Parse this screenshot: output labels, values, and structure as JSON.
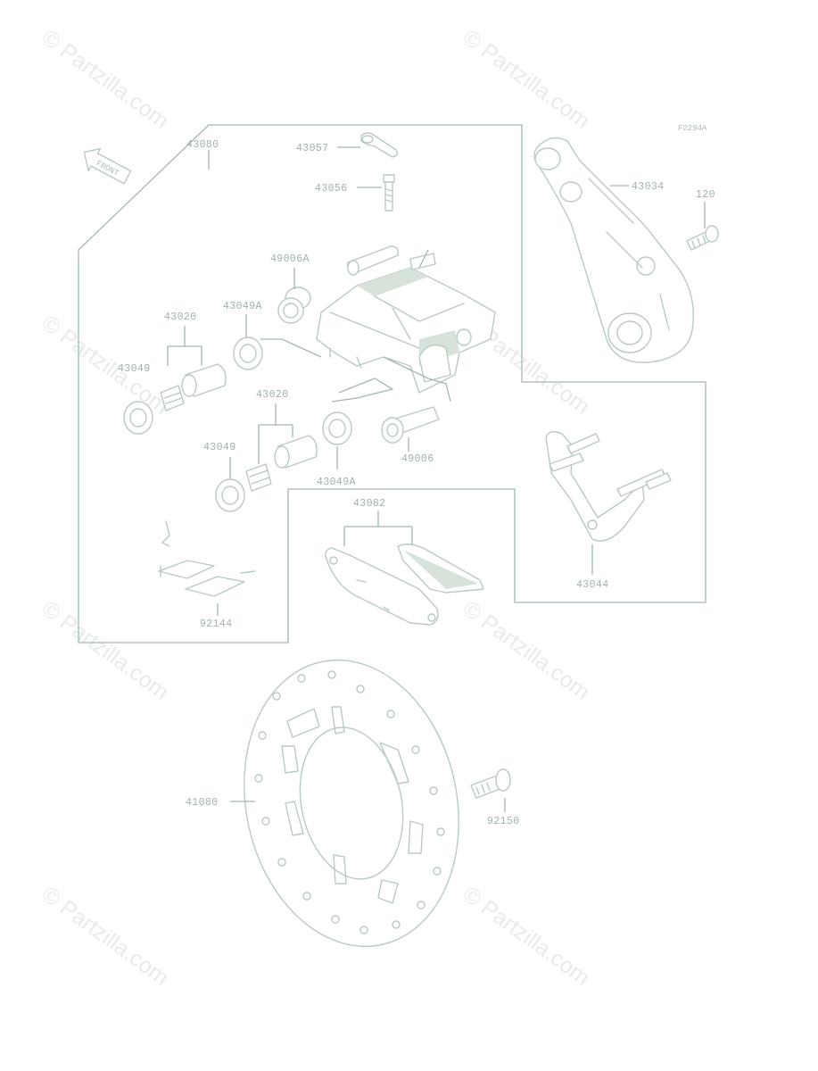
{
  "figure_code": "F2294A",
  "direction_tag": "FRONT",
  "watermark_text": "© Partzilla.com",
  "callouts": {
    "caliper_assy": "43080",
    "bleed_cap": "43057",
    "bleed_valve": "43056",
    "caliper_bracket": "43034",
    "bolt_top_right": "120",
    "boot_a": "49006A",
    "seal_a_upper": "43049A",
    "piston_set_upper": "43020",
    "seal_left": "43049",
    "piston_set_lower": "43020",
    "seal_lower": "43049",
    "seal_a_lower": "43049A",
    "boot": "49006",
    "pad_set": "43082",
    "pad_holder": "43044",
    "spring_plate": "92144",
    "disc": "41080",
    "disc_bolt": "92150"
  },
  "colors": {
    "line": "#a4b8ad",
    "label": "#9fb3a8",
    "watermark": "#e6ece8"
  }
}
